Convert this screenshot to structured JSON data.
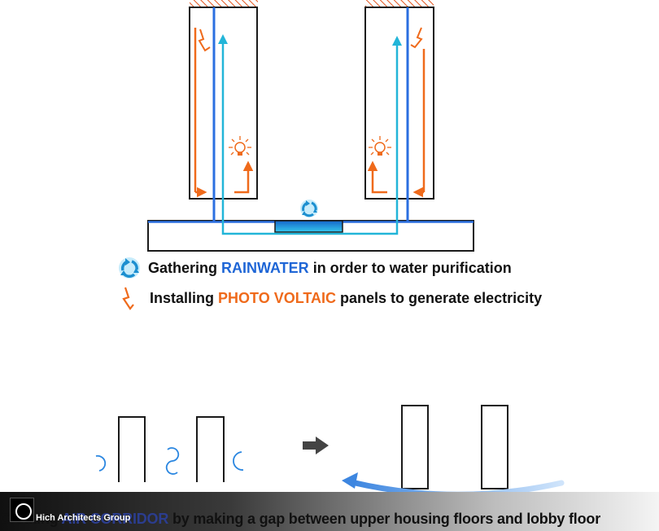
{
  "colors": {
    "building_outline": "#1a1a1a",
    "rain_pipe": "#2b6fe0",
    "water_pipe": "#22b5d8",
    "pv_arrow": "#ef6a1b",
    "hatch": "#e4541e",
    "air_flow": "#5aa3e6",
    "ground": "#888888"
  },
  "icons": {
    "recycle": "recycle-icon",
    "lightning": "lightning-icon",
    "bulb": "light-bulb-icon",
    "arrow": "right-arrow-icon",
    "swirl": "wind-swirl-icon",
    "logo": "logo-icon"
  },
  "legend": {
    "rainwater": {
      "prefix": "Gathering ",
      "highlight": "RAINWATER",
      "suffix": " in order to water purification"
    },
    "pv": {
      "prefix": "Installing ",
      "highlight": "PHOTO VOLTAIC",
      "suffix": " panels to generate electricity"
    }
  },
  "caption": {
    "prefix": "Creating ",
    "highlight": "AIR CORRIDOR",
    "suffix": " by making a gap between upper housing floors and lobby floor"
  },
  "watermark": "Hich Architects Group"
}
